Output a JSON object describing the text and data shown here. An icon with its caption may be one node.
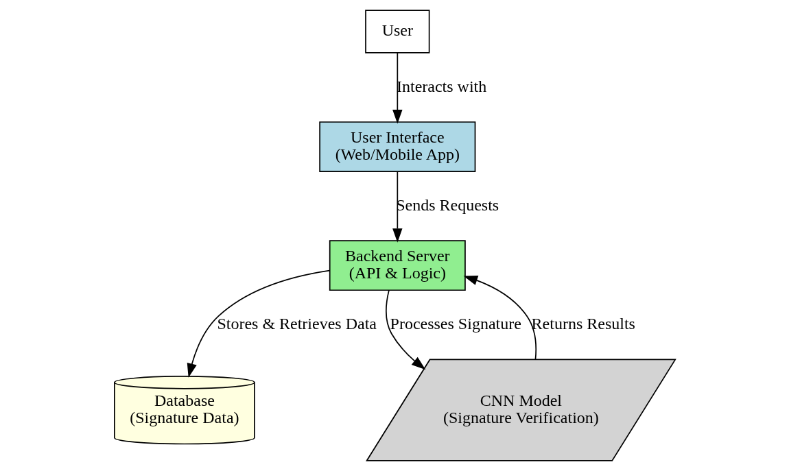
{
  "diagram": {
    "nodes": [
      {
        "text": [
          "User"
        ]
      },
      {
        "text": [
          "User Interface (Web/Mobile App)"
        ]
      },
      {
        "text": [
          "Backend Server (API & Logic)"
        ]
      },
      {
        "text": [
          "Database (Signature Data)"
        ]
      },
      {
        "text": [
          "CNN Model (Signature Verification)"
        ]
      }
    ],
    "edges": [
      {
        "from": 0,
        "to": 1,
        "arrow": "to",
        "label": "Interacts with"
      },
      {
        "from": 1,
        "to": 2,
        "arrow": "to",
        "label": "Sends Requests"
      },
      {
        "from": 2,
        "to": 3,
        "arrow": "to",
        "label": "Stores & Retrieves Data"
      },
      {
        "from": 2,
        "to": 4,
        "arrow": "to",
        "label": "Processes Signature"
      },
      {
        "from": 4,
        "to": 2,
        "arrow": "to",
        "label": "Returns Results"
      }
    ]
  }
}
